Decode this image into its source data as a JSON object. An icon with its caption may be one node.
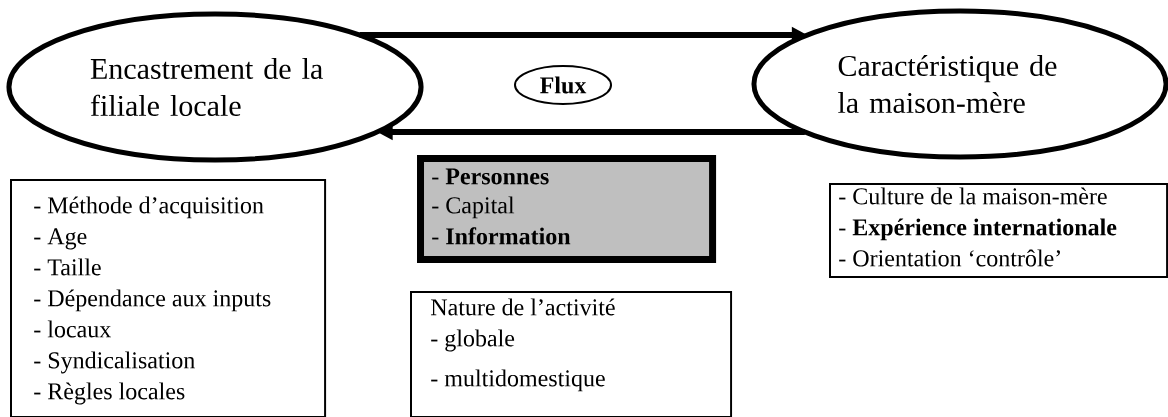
{
  "diagram": {
    "nodes": [
      {
        "text": [
          "Encastrement de la filiale locale"
        ]
      },
      {
        "text": [
          "Flux"
        ]
      },
      {
        "text": [
          "Caractéristique de la maison-mère"
        ]
      },
      {
        "text": [
          "- Méthode d’acquisition",
          "- Age",
          "- Taille",
          "- Dépendance aux inputs",
          "- locaux",
          "- Syndicalisation",
          "- Règles locales"
        ]
      },
      {
        "text": [
          "- **Personnes**",
          "- Capital",
          "- **Information**"
        ]
      },
      {
        "text": [
          "- Culture de la maison-mère",
          "- **Expérience internationale**",
          "- Orientation ‘contrôle’"
        ]
      },
      {
        "text": [
          "Nature de l’activité",
          "- globale",
          "- multidomestique"
        ]
      }
    ],
    "edges": [
      {
        "from": 0,
        "to": 2,
        "arrow": "to"
      },
      {
        "from": 2,
        "to": 0,
        "arrow": "to"
      }
    ]
  }
}
